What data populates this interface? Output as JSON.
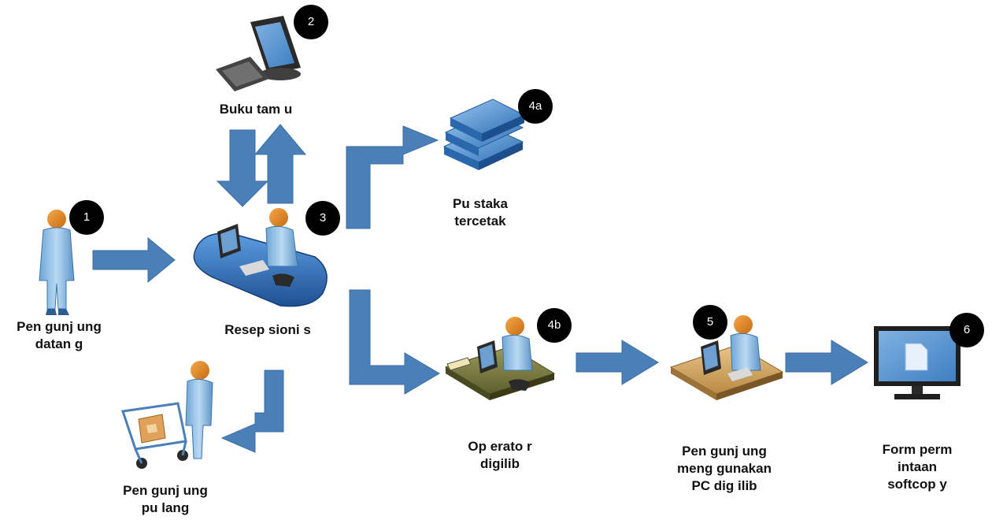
{
  "steps": {
    "s1": {
      "badge": "1",
      "label": "Pen gunj ung\ndatan g",
      "icon": "person-icon"
    },
    "s2": {
      "badge": "2",
      "label": "Buku  tam u",
      "icon": "computer-icon"
    },
    "s3": {
      "badge": "3",
      "label": "Resep sioni s",
      "icon": "reception-desk-icon"
    },
    "s4a": {
      "badge": "4a",
      "label": "Pu staka\ntercetak",
      "icon": "book-stack-icon"
    },
    "s4b": {
      "badge": "4b",
      "label": "Op erato r\ndigilib",
      "icon": "operator-desk-icon"
    },
    "s5": {
      "badge": "5",
      "label": "Pen gunj ung\nmeng gunakan\nPC dig ilib",
      "icon": "user-pc-desk-icon"
    },
    "s6": {
      "badge": "6",
      "label": "Form  perm\nintaan\nsoftcop y",
      "icon": "monitor-document-icon"
    },
    "s7": {
      "label": "Pen gunj ung\npu lang",
      "icon": "shopping-cart-person-icon"
    }
  },
  "colors": {
    "arrow": "#4a7fb8",
    "figure_skin": "#e8892a",
    "figure_body": "#8fc0e8",
    "desk": "#2f6db5"
  }
}
